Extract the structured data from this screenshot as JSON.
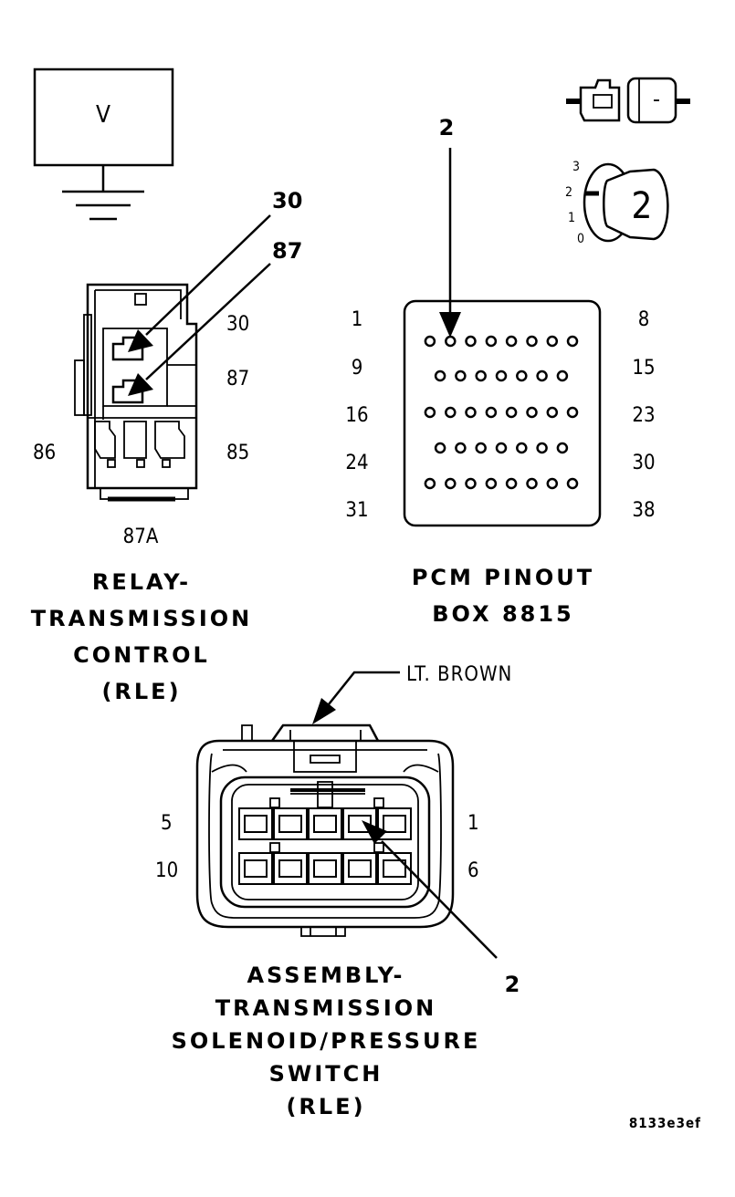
{
  "meter": {
    "symbol": "V"
  },
  "selector": {
    "positions": [
      "3",
      "2",
      "1",
      "0"
    ],
    "selected": "2"
  },
  "relay": {
    "callouts": [
      "30",
      "87"
    ],
    "terminals": {
      "t30": "30",
      "t87": "87",
      "t86": "86",
      "t85": "85",
      "t87a": "87A"
    },
    "title_lines": [
      "RELAY-",
      "TRANSMISSION",
      "CONTROL",
      "(RLE)"
    ]
  },
  "pcm": {
    "callout": "2",
    "left_labels": [
      "1",
      "9",
      "16",
      "24",
      "31"
    ],
    "right_labels": [
      "8",
      "15",
      "23",
      "30",
      "38"
    ],
    "rows": [
      8,
      7,
      8,
      7,
      8
    ],
    "probed_pin": 2,
    "title_lines": [
      "PCM PINOUT",
      "BOX 8815"
    ]
  },
  "solenoid": {
    "wire_color": "LT. BROWN",
    "callout": "2",
    "pin_labels": {
      "top_left": "5",
      "top_right": "1",
      "bottom_left": "10",
      "bottom_right": "6"
    },
    "title_lines": [
      "ASSEMBLY-",
      "TRANSMISSION",
      "SOLENOID/PRESSURE",
      "SWITCH",
      "(RLE)"
    ]
  },
  "figure_id": "8133e3ef"
}
